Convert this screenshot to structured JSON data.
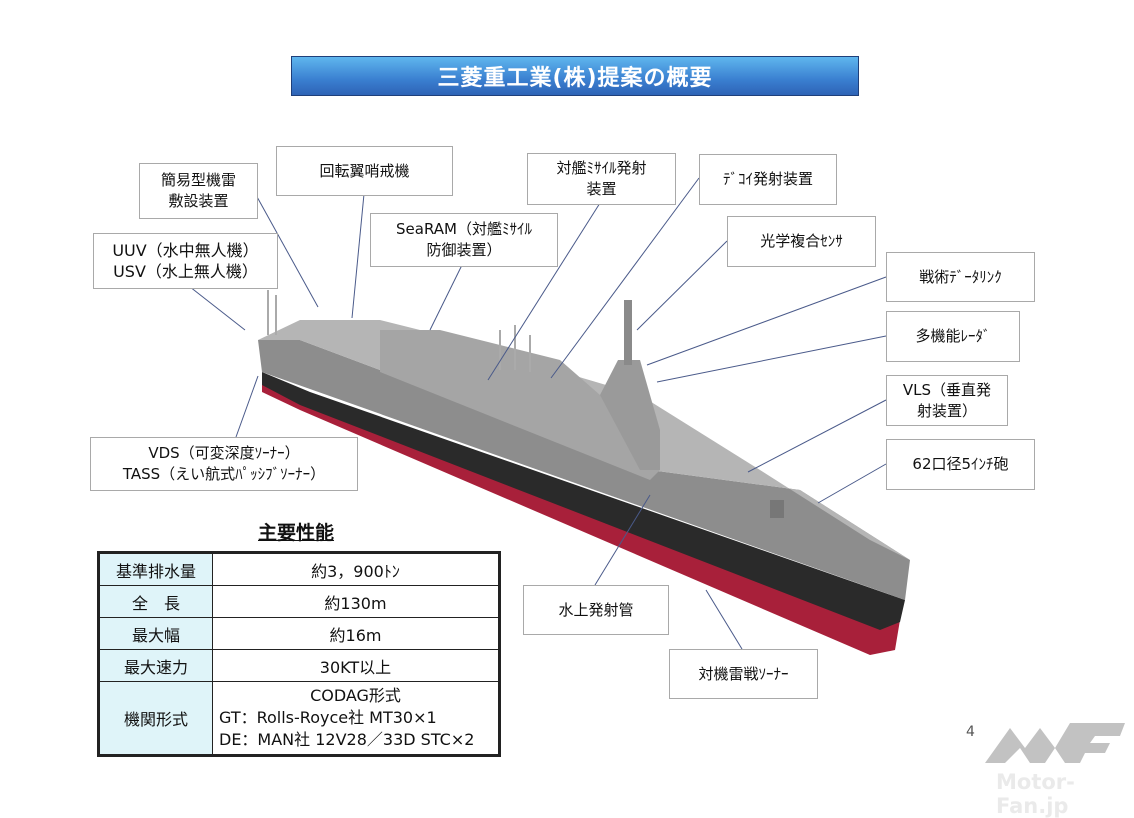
{
  "title": "三菱重工業(株)提案の概要",
  "callouts": {
    "mine_laying": [
      "簡易型機雷",
      "敷設装置"
    ],
    "helicopter": [
      "回転翼哨戒機"
    ],
    "anti_ship_missile": [
      "対艦ﾐｻｲﾙ発射",
      "装置"
    ],
    "decoy": [
      "ﾃﾞｺｲ発射装置"
    ],
    "searam": [
      "SeaRAM（対艦ﾐｻｲﾙ",
      "防御装置）"
    ],
    "optical_sensor": [
      "光学複合ｾﾝｻ"
    ],
    "uuv_usv": [
      "UUV（水中無人機）",
      "USV（水上無人機）"
    ],
    "datalink": [
      "戦術ﾃﾞｰﾀﾘﾝｸ"
    ],
    "radar": [
      "多機能ﾚｰﾀﾞ"
    ],
    "vls": [
      "VLS（垂直発",
      "射装置）"
    ],
    "gun": [
      "62口径5ｲﾝﾁ砲"
    ],
    "vds_tass": [
      "VDS（可変深度ｿｰﾅｰ）",
      "TASS（えい航式ﾊﾟｯｼﾌﾞｿｰﾅｰ）"
    ],
    "torpedo": [
      "水上発射管"
    ],
    "mine_sonar": [
      "対機雷戦ｿｰﾅｰ"
    ]
  },
  "specs": {
    "title": "主要性能",
    "rows": [
      {
        "label": "基準排水量",
        "value": [
          "約3，900ﾄﾝ"
        ]
      },
      {
        "label": "全　長",
        "value": [
          "約130m"
        ]
      },
      {
        "label": "最大幅",
        "value": [
          "約16m"
        ]
      },
      {
        "label": "最大速力",
        "value": [
          "30KT以上"
        ]
      },
      {
        "label": "機関形式",
        "value": [
          "CODAG形式",
          "GT：Rolls-Royce社 MT30×1",
          "DE：MAN社 12V28／33D STC×2"
        ]
      }
    ]
  },
  "page_number": "4",
  "watermark": "Motor-Fan.jp"
}
